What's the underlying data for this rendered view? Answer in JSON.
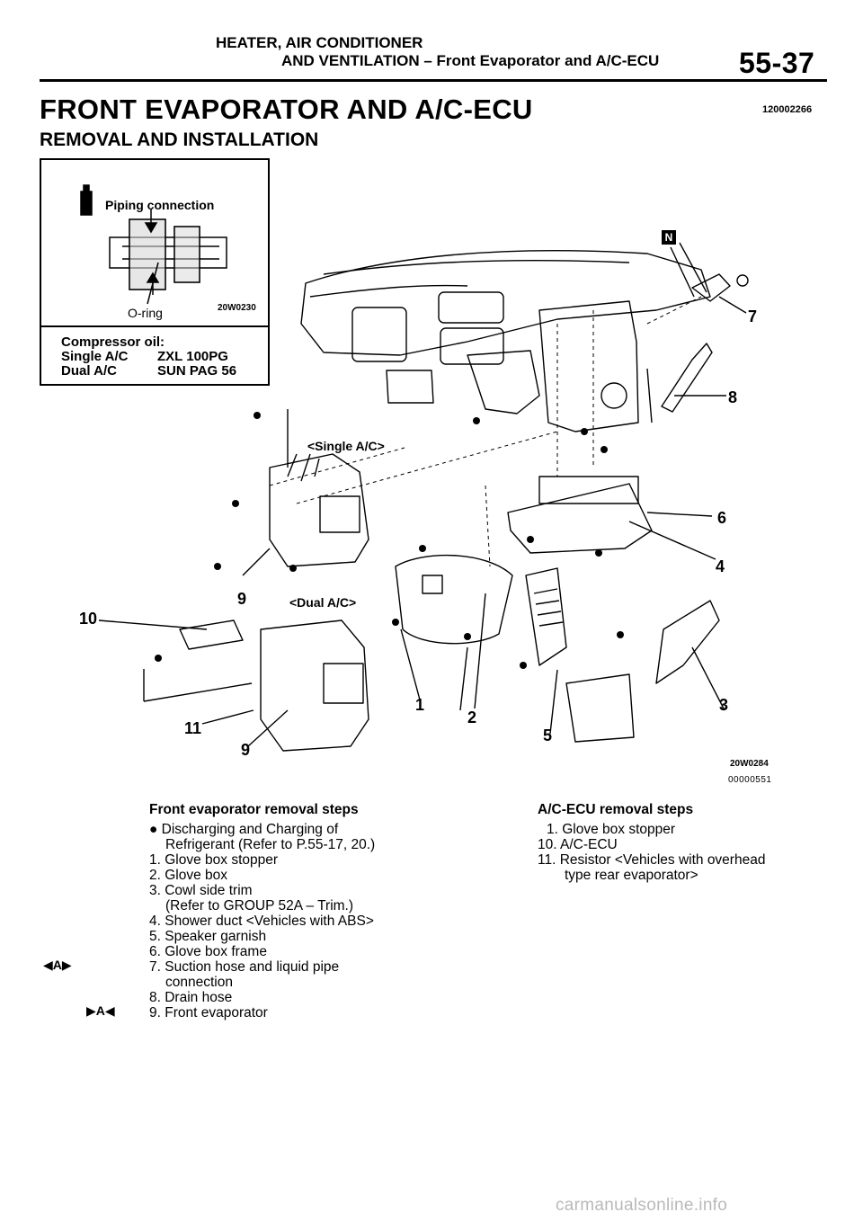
{
  "header": {
    "line1": "HEATER, AIR CONDITIONER",
    "line2": "AND VENTILATION – Front Evaporator and A/C-ECU",
    "page_number": "55-37"
  },
  "title": "FRONT EVAPORATOR AND A/C-ECU",
  "doc_id": "120002266",
  "subtitle": "REMOVAL AND INSTALLATION",
  "inset": {
    "piping_label": "Piping connection",
    "oring_label": "O-ring",
    "figure_code": "20W0230",
    "oil_title": "Compressor oil:",
    "oil_rows": [
      {
        "label": "Single A/C",
        "value": "ZXL 100PG"
      },
      {
        "label": "Dual A/C",
        "value": "SUN PAG 56"
      }
    ]
  },
  "diagram": {
    "variant_single": "<Single A/C>",
    "variant_dual": "<Dual A/C>",
    "n_badge": "N",
    "figure_code": "20W0284",
    "figure_code2": "00000551",
    "callouts": [
      "1",
      "2",
      "3",
      "4",
      "5",
      "6",
      "7",
      "8",
      "9",
      "9",
      "10",
      "11"
    ]
  },
  "left_column": {
    "heading": "Front evaporator removal steps",
    "steps": [
      "● Discharging and Charging of",
      "Refrigerant (Refer to P.55-17, 20.)",
      "1. Glove box stopper",
      "2. Glove box",
      "3. Cowl side trim",
      "(Refer to GROUP 52A – Trim.)",
      "4. Shower duct <Vehicles with ABS>",
      "5. Speaker garnish",
      "6. Glove box frame",
      "7. Suction hose and liquid pipe",
      "connection",
      "8. Drain hose",
      "9. Front evaporator"
    ],
    "marks": [
      "◀A▶",
      "▶A◀"
    ]
  },
  "right_column": {
    "heading": "A/C-ECU removal steps",
    "steps": [
      "1. Glove box stopper",
      "10. A/C-ECU",
      "11. Resistor <Vehicles with overhead",
      "type rear evaporator>"
    ]
  },
  "watermark": "carmanualsonline.info"
}
